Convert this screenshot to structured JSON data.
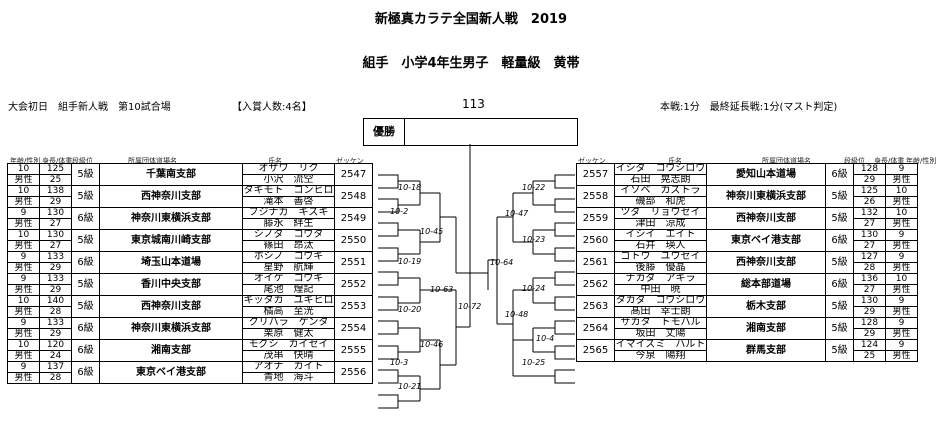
{
  "header": {
    "title": "新極真カラテ全国新人戦　2019",
    "subtitle": "組手　小学4年生男子　軽量級　黄帯",
    "venue": "大会初日　組手新人戦　第10試合場",
    "prize": "【入賞人数:4名】",
    "code": "113",
    "rules": "本戦:1分　最終延長戦:1分(マスト判定)",
    "winner_label": "優勝"
  },
  "columns": {
    "age": "年齢/性別",
    "hw": "身長/体重",
    "grade": "段級位",
    "team": "所属団体道場名",
    "name": "氏名",
    "zekken": "ゼッケン"
  },
  "left": [
    {
      "age": "10",
      "sex": "男性",
      "height": "125",
      "weight": "25",
      "grade": "5級",
      "team": "千葉南支部",
      "kana": "オザワ　リク",
      "kanji": "小沢　流空",
      "zekken": "2547"
    },
    {
      "age": "10",
      "sex": "男性",
      "height": "138",
      "weight": "29",
      "grade": "5級",
      "team": "西神奈川支部",
      "kana": "タキモト　コンヒロ",
      "kanji": "滝本　善啓",
      "zekken": "2548"
    },
    {
      "age": "9",
      "sex": "男性",
      "height": "130",
      "weight": "27",
      "grade": "6級",
      "team": "神奈川東横浜支部",
      "kana": "フジナガ　キズキ",
      "kanji": "藤永　絆生",
      "zekken": "2549"
    },
    {
      "age": "10",
      "sex": "男性",
      "height": "130",
      "weight": "27",
      "grade": "5級",
      "team": "東京城南川崎支部",
      "kana": "シノダ　コウタ",
      "kanji": "篠田　昂汰",
      "zekken": "2550"
    },
    {
      "age": "9",
      "sex": "男性",
      "height": "133",
      "weight": "29",
      "grade": "6級",
      "team": "埼玉山本道場",
      "kana": "ホシノ　コウキ",
      "kanji": "星野　航輝",
      "zekken": "2551"
    },
    {
      "age": "9",
      "sex": "男性",
      "height": "133",
      "weight": "29",
      "grade": "5級",
      "team": "香川中央支部",
      "kana": "オイケ　コウキ",
      "kanji": "尾池　煌記",
      "zekken": "2552"
    },
    {
      "age": "10",
      "sex": "男性",
      "height": "140",
      "weight": "28",
      "grade": "5級",
      "team": "西神奈川支部",
      "kana": "キッタカ　ユキヒロ",
      "kanji": "橘高　至洸",
      "zekken": "2553"
    },
    {
      "age": "9",
      "sex": "男性",
      "height": "133",
      "weight": "29",
      "grade": "6級",
      "team": "神奈川東横浜支部",
      "kana": "クリハラ　ケンタ",
      "kanji": "栗原　健太",
      "zekken": "2554"
    },
    {
      "age": "10",
      "sex": "男性",
      "height": "120",
      "weight": "24",
      "grade": "6級",
      "team": "湘南支部",
      "kana": "モグシ　カイセイ",
      "kanji": "茂串　快晴",
      "zekken": "2555"
    },
    {
      "age": "9",
      "sex": "男性",
      "height": "137",
      "weight": "28",
      "grade": "6級",
      "team": "東京ベイ港支部",
      "kana": "アオナ　カイト",
      "kanji": "青地　海斗",
      "zekken": "2556"
    }
  ],
  "right": [
    {
      "age": "9",
      "sex": "男性",
      "height": "128",
      "weight": "29",
      "grade": "6級",
      "team": "愛知山本道場",
      "kana": "イシダ　コウシロウ",
      "kanji": "石田　晃志朗",
      "zekken": "2557"
    },
    {
      "age": "10",
      "sex": "男性",
      "height": "125",
      "weight": "26",
      "grade": "5級",
      "team": "神奈川東横浜支部",
      "kana": "イソベ　カズトラ",
      "kanji": "磯部　和虎",
      "zekken": "2558"
    },
    {
      "age": "10",
      "sex": "男性",
      "height": "132",
      "weight": "27",
      "grade": "5級",
      "team": "西神奈川支部",
      "kana": "ツダ　リョウセイ",
      "kanji": "津田　涼成",
      "zekken": "2559"
    },
    {
      "age": "9",
      "sex": "男性",
      "height": "130",
      "weight": "27",
      "grade": "6級",
      "team": "東京ベイ港支部",
      "kana": "イシイ　エイト",
      "kanji": "石井　瑛人",
      "zekken": "2560"
    },
    {
      "age": "9",
      "sex": "男性",
      "height": "127",
      "weight": "28",
      "grade": "5級",
      "team": "西神奈川支部",
      "kana": "ゴトウ　ユウセイ",
      "kanji": "後藤　優晶",
      "zekken": "2561"
    },
    {
      "age": "10",
      "sex": "男性",
      "height": "136",
      "weight": "27",
      "grade": "6級",
      "team": "総本部道場",
      "kana": "ナカダ　アキラ",
      "kanji": "中田　暁",
      "zekken": "2562"
    },
    {
      "age": "9",
      "sex": "男性",
      "height": "130",
      "weight": "29",
      "grade": "5級",
      "team": "栃木支部",
      "kana": "タカダ　コウシロウ",
      "kanji": "髙田　幸士朗",
      "zekken": "2563"
    },
    {
      "age": "9",
      "sex": "男性",
      "height": "128",
      "weight": "29",
      "grade": "5級",
      "team": "湘南支部",
      "kana": "サカタ　トモハル",
      "kanji": "坂田　丈陽",
      "zekken": "2564"
    },
    {
      "age": "9",
      "sex": "男性",
      "height": "124",
      "weight": "25",
      "grade": "5級",
      "team": "群馬支部",
      "kana": "イマイズミ　ハルト",
      "kanji": "今泉　陽翔",
      "zekken": "2565"
    }
  ],
  "scores": {
    "l1": "10-18",
    "l2": "10-2",
    "l3": "10-45",
    "l4": "10-19",
    "l5": "10-63",
    "l6": "10-20",
    "l7": "10-46",
    "l8": "10-3",
    "l9": "10-21",
    "c1": "10-64",
    "c2": "10-72",
    "r1": "10-22",
    "r2": "10-47",
    "r3": "10-23",
    "r4": "10-24",
    "r5": "10-48",
    "r6": "10-4",
    "r7": "10-25"
  }
}
